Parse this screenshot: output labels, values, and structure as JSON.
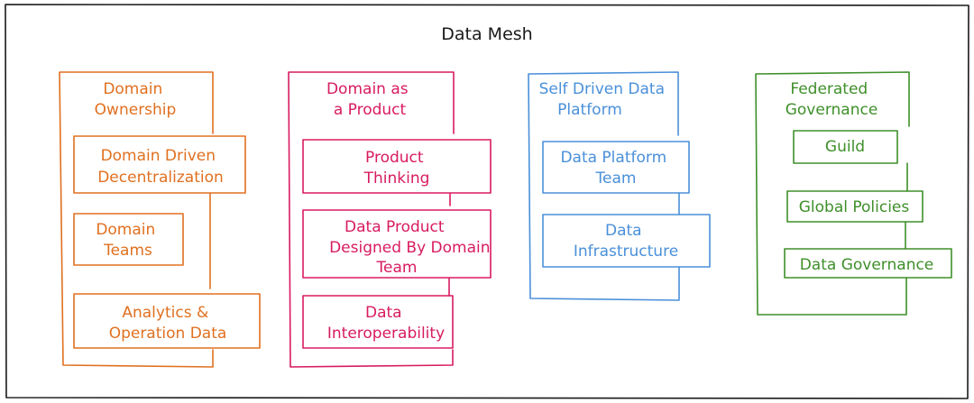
{
  "title": "Data Mesh",
  "colors": {
    "border": "#1a1a1a",
    "domain_ownership": "#e07020",
    "domain_product": "#d81b60",
    "self_driven": "#4a90d9",
    "federated": "#3f8f2a"
  },
  "columns": [
    {
      "heading": [
        "Domain",
        "Ownership"
      ],
      "items": [
        [
          "Domain Driven",
          "Decentralization"
        ],
        [
          "Domain",
          "Teams"
        ],
        [
          "Analytics &",
          "Operation Data"
        ]
      ]
    },
    {
      "heading": [
        "Domain  as",
        "a Product"
      ],
      "items": [
        [
          "Product",
          "Thinking"
        ],
        [
          "Data Product",
          "Designed  By Domain",
          "Team"
        ],
        [
          "Data",
          "Interoperability"
        ]
      ]
    },
    {
      "heading": [
        "Self Driven Data",
        "Platform"
      ],
      "items": [
        [
          "Data Platform",
          "Team"
        ],
        [
          "Data",
          "Infrastructure"
        ]
      ]
    },
    {
      "heading": [
        "Federated",
        "Governance"
      ],
      "items": [
        [
          "Guild"
        ],
        [
          "Global Policies"
        ],
        [
          "Data Governance"
        ]
      ]
    }
  ]
}
